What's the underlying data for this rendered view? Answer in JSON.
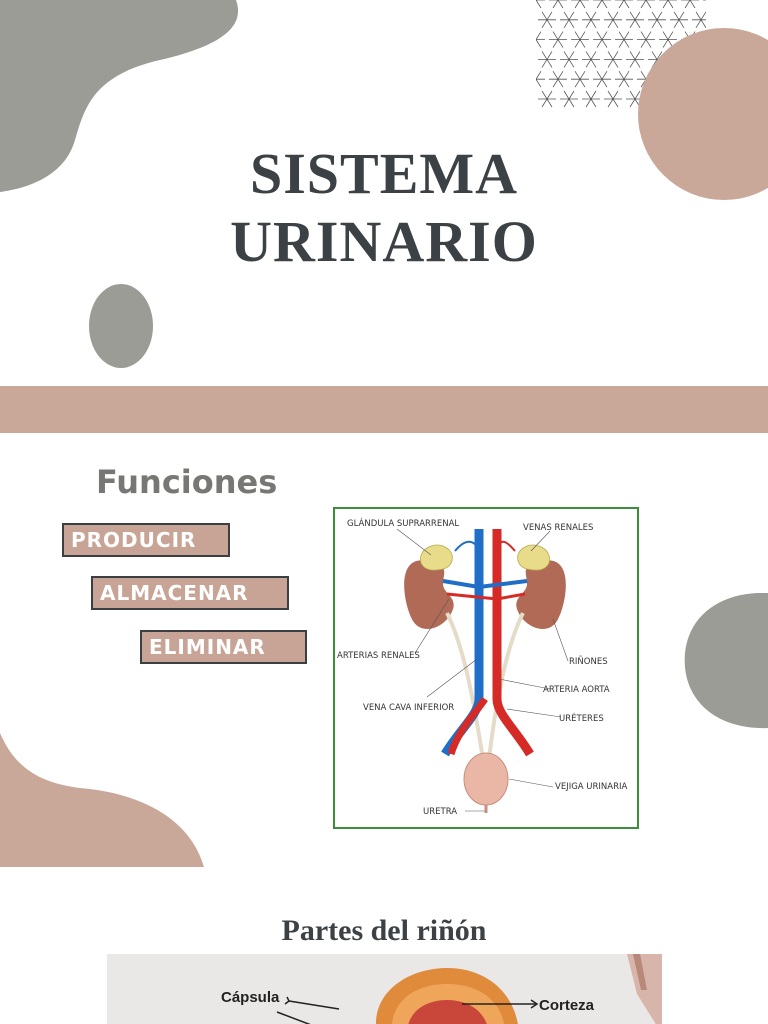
{
  "slide1": {
    "title_line1": "SISTEMA",
    "title_line2": "URINARIO"
  },
  "slide2": {
    "heading": "Funciones",
    "functions": [
      "PRODUCIR",
      "ALMACENAR",
      "ELIMINAR"
    ],
    "diagram_labels": {
      "adrenal": "GLÁNDULA SUPRARRENAL",
      "renal_veins": "VENAS RENALES",
      "renal_arteries": "ARTERIAS RENALES",
      "kidneys": "RIÑONES",
      "aorta": "ARTERIA AORTA",
      "vena_cava": "VENA CAVA INFERIOR",
      "ureters": "URÉTERES",
      "bladder": "VEJIGA URINARIA",
      "urethra": "URETRA"
    }
  },
  "slide3": {
    "heading": "Partes del riñón",
    "labels": {
      "capsule": "Cápsula",
      "cortex": "Corteza"
    }
  },
  "colors": {
    "taupe": "#c9a89a",
    "gray": "#9b9c96",
    "title": "#3c4145",
    "frame_green": "#3c8d3c"
  }
}
